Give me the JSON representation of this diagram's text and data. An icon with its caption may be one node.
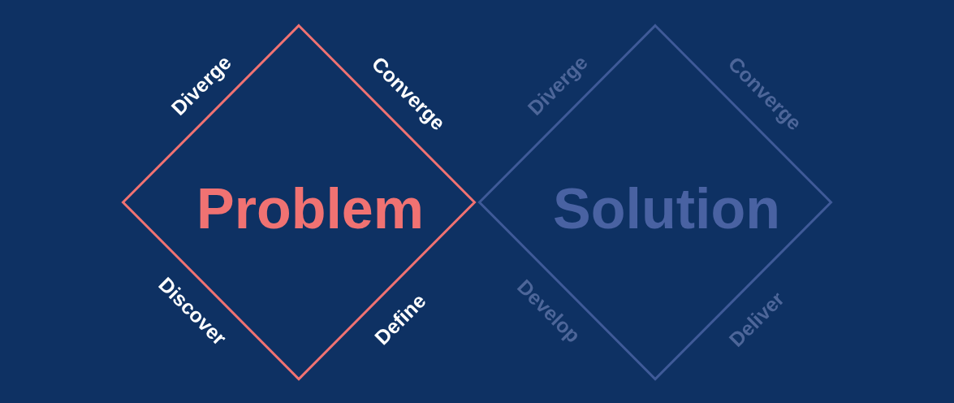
{
  "diagram": {
    "nodes": [
      {
        "text": [
          "Problem"
        ],
        "beside": [
          "Diverge",
          "Converge",
          "Discover",
          "Define"
        ]
      },
      {
        "text": [
          "Solution"
        ],
        "beside": [
          "Diverge",
          "Converge",
          "Develop",
          "Deliver"
        ]
      }
    ]
  }
}
